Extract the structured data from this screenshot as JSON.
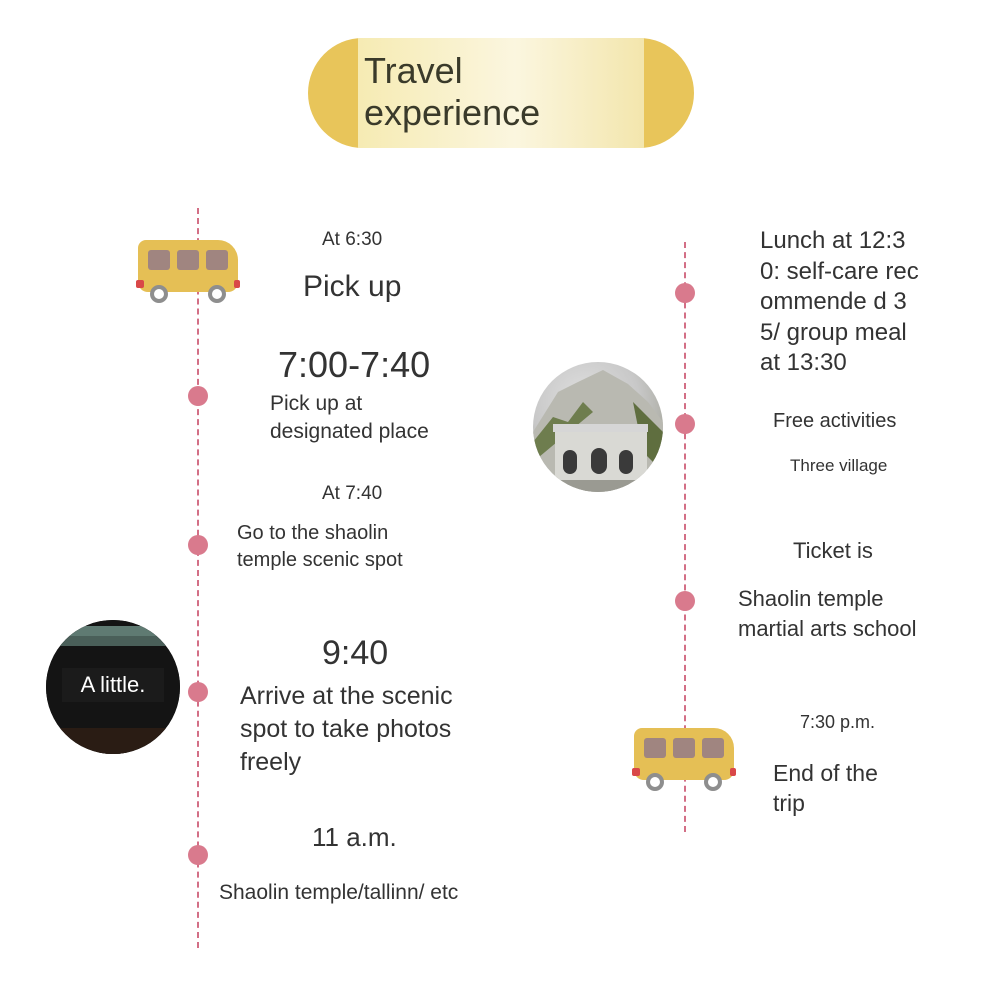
{
  "title": "Travel\nexperience",
  "left_items": [
    {
      "time": "At 6:30",
      "desc": "Pick up"
    },
    {
      "time": "7:00-7:40",
      "desc": "Pick up at designated place"
    },
    {
      "time": "At 7:40",
      "desc": "Go to the shaolin temple scenic spot"
    },
    {
      "time": "9:40",
      "desc": "Arrive at the scenic spot to take photos freely"
    },
    {
      "time": "11 a.m.",
      "desc": "Shaolin temple/tallinn/ etc"
    }
  ],
  "right_items": [
    {
      "desc": "Lunch at 12:30: self-care recommende d 35/ group meal at 13:30"
    },
    {
      "desc": "Free activities"
    },
    {
      "desc": "Three village"
    },
    {
      "time": "Ticket is",
      "desc": "Shaolin temple martial arts school"
    },
    {
      "time": "7:30 p.m.",
      "desc": "End of the trip"
    }
  ],
  "photo_label": "A little.",
  "icons": {
    "bus_top": "bus-icon",
    "bus_bottom": "bus-icon",
    "photo_temple": "temple-photo",
    "photo_roof": "roof-photo"
  },
  "colors": {
    "accent_yellow": "#e8c55a",
    "timeline_pink": "#d97a8d"
  }
}
